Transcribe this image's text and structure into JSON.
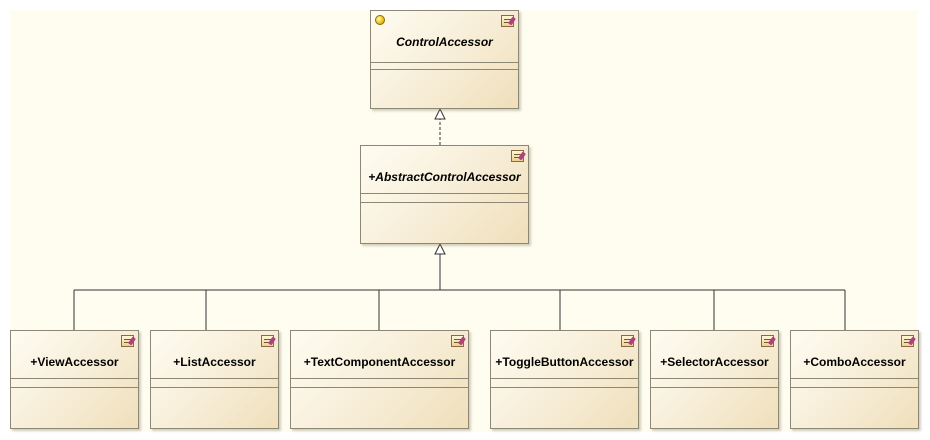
{
  "diagram": {
    "interface": {
      "name": "ControlAccessor",
      "icon": "interface-icon"
    },
    "abstract": {
      "name": "+AbstractControlAccessor",
      "icon": "class-icon"
    },
    "classes": [
      {
        "name": "+ViewAccessor"
      },
      {
        "name": "+ListAccessor"
      },
      {
        "name": "+TextComponentAccessor"
      },
      {
        "name": "+ToggleButtonAccessor"
      },
      {
        "name": "+SelectorAccessor"
      },
      {
        "name": "+ComboAccessor"
      }
    ],
    "relations": {
      "realization": {
        "from": "+AbstractControlAccessor",
        "to": "ControlAccessor",
        "style": "dashed"
      },
      "generalization": {
        "to": "+AbstractControlAccessor",
        "style": "solid"
      }
    },
    "colors": {
      "canvas": "#fefdf0",
      "border": "#8d8775",
      "line": "#333333"
    }
  }
}
